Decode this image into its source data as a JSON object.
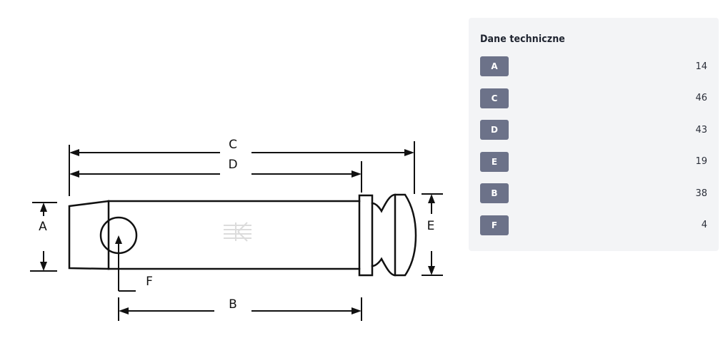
{
  "drawing": {
    "labels": {
      "A": "A",
      "B": "B",
      "C": "C",
      "D": "D",
      "E": "E",
      "F": "F"
    }
  },
  "specs": {
    "title": "Dane techniczne",
    "rows": [
      {
        "key": "A",
        "value": "14"
      },
      {
        "key": "C",
        "value": "46"
      },
      {
        "key": "D",
        "value": "43"
      },
      {
        "key": "E",
        "value": "19"
      },
      {
        "key": "B",
        "value": "38"
      },
      {
        "key": "F",
        "value": "4"
      }
    ]
  }
}
